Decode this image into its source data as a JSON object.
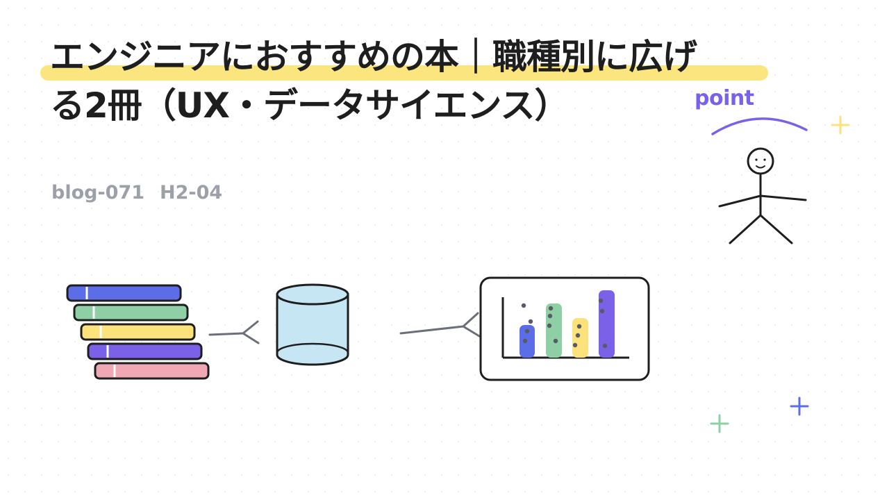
{
  "title": {
    "line1": "エンジニアにおすすめの本｜職種別に広げ",
    "line2": "る2冊（UX・データサイエンス）"
  },
  "meta": {
    "blog_id": "blog-071",
    "section": "H2-04"
  },
  "point_label": "point",
  "colors": {
    "highlight": "#fbe57f",
    "title_text": "#1e1e1e",
    "meta_text": "#9ca0a9",
    "point": "#7b61e8",
    "blue": "#5b6ee8",
    "green": "#8ecfa6",
    "yellow": "#fbe27a",
    "purple": "#7b61e8",
    "pink": "#f0a8b5",
    "cylinder": "#c6e6f4"
  },
  "icons": [
    "book-stack-icon",
    "database-cylinder-icon",
    "bar-chart-icon",
    "stick-figure-icon",
    "plus-sparkle-icon"
  ]
}
